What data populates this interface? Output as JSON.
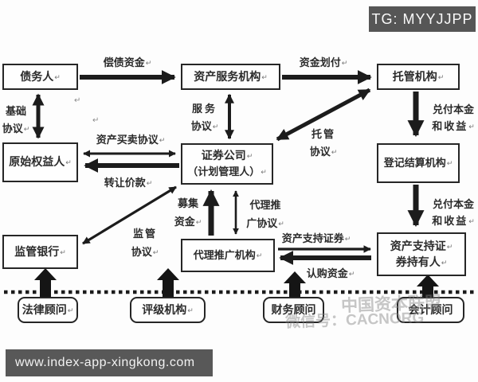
{
  "badge": {
    "text": "TG: MYYJJPP"
  },
  "footer": {
    "url": "www.index-app-xingkong.com"
  },
  "watermark": {
    "line1": "中国资本联盟",
    "line2": "微信号：CACNORG"
  },
  "artifacts": {
    "return_mark": "↵"
  },
  "nodes": {
    "debtor": {
      "label": "债务人"
    },
    "asset_servicer": {
      "label": "资产服务机构"
    },
    "custodian": {
      "label": "托管机构"
    },
    "originator": {
      "label": "原始权益人"
    },
    "securities_co": {
      "lines": [
        "证券公司",
        "（计划管理人）"
      ]
    },
    "registrar": {
      "label": "登记结算机构"
    },
    "supervising_bank": {
      "label": "监管银行"
    },
    "promotion_agent": {
      "label": "代理推广机构"
    },
    "holders": {
      "lines": [
        "资产支持证",
        "券持有人"
      ]
    },
    "legal_advisor": {
      "label": "法律顾问"
    },
    "rating_agency": {
      "label": "评级机构"
    },
    "financial_advisor": {
      "label": "财务顾问"
    },
    "accounting_advisor": {
      "label": "会计顾问"
    }
  },
  "edges": {
    "debt_repayment": {
      "label": "偿债资金"
    },
    "fund_transfer": {
      "label": "资金划付"
    },
    "basic_agreement": {
      "lines": [
        "基础",
        "协议"
      ]
    },
    "service_agreement": {
      "lines": [
        "服务",
        "协议"
      ]
    },
    "custody_agreement": {
      "lines": [
        "托管",
        "协议"
      ]
    },
    "redeem_top": {
      "lines": [
        "兑付本金",
        "和收益"
      ]
    },
    "redeem_bottom": {
      "lines": [
        "兑付本金",
        "和收益"
      ]
    },
    "asset_sale_agreement": {
      "label": "资产买卖协议"
    },
    "transfer_price": {
      "label": "转让价款"
    },
    "raised_funds": {
      "lines": [
        "募集",
        "资金"
      ]
    },
    "promotion_agreement": {
      "lines": [
        "代理推",
        "广协议"
      ]
    },
    "supervision_agreement": {
      "lines": [
        "监管",
        "协议"
      ]
    },
    "abs_securities": {
      "label": "资产支持证券"
    },
    "subscription_funds": {
      "label": "认购资金"
    }
  },
  "colors": {
    "ink": "#1c1c1c",
    "badge_bg": "#565656",
    "bar_bg": "#585858"
  }
}
